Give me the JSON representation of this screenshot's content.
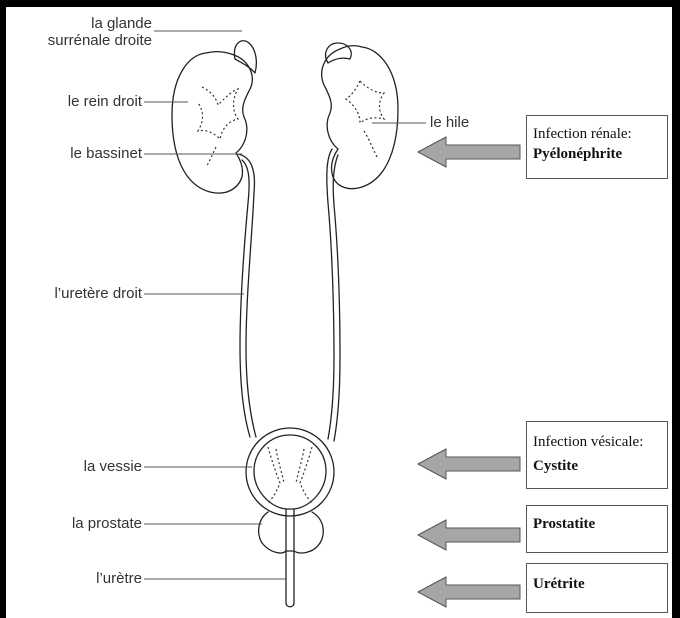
{
  "labels": {
    "glande_line1": "la glande",
    "glande_line2": "surrénale droite",
    "rein_droit": "le rein droit",
    "bassinet": "le bassinet",
    "hile": "le hile",
    "uretere_droit": "l’uretère droit",
    "vessie": "la vessie",
    "prostate": "la prostate",
    "uretre": "l’urètre"
  },
  "infections": [
    {
      "line1": "Infection rénale:",
      "line2": "Pyélonéphrite"
    },
    {
      "line1": "Infection vésicale:",
      "line2": "Cystite"
    },
    {
      "line1": "",
      "line2": "Prostatite"
    },
    {
      "line1": "",
      "line2": "Urétrite"
    }
  ],
  "colors": {
    "arrow_fill": "#a6a6a6",
    "arrow_stroke": "#555555",
    "drawing_stroke": "#222222",
    "label_line": "#555555"
  }
}
